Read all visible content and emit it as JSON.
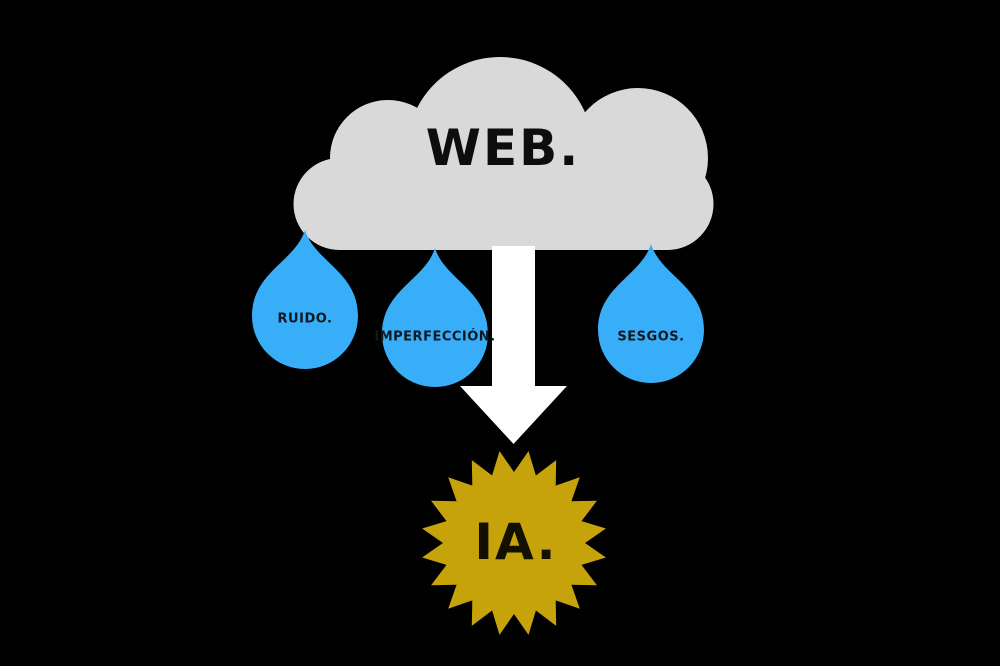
{
  "title": "Web data flowing into AI diagram",
  "colors": {
    "background": "#010101",
    "cloud": "#d9d9d9",
    "drop": "#38adf8",
    "arrow": "#ffffff",
    "star": "#c7a30b",
    "text_dark": "#0d0d0d"
  },
  "cloud": {
    "label": "WEB."
  },
  "drops": [
    {
      "label": "RUIDO."
    },
    {
      "label": "IMPERFECCIÓN."
    },
    {
      "label": "SESGOS."
    }
  ],
  "star": {
    "label": "IA."
  }
}
